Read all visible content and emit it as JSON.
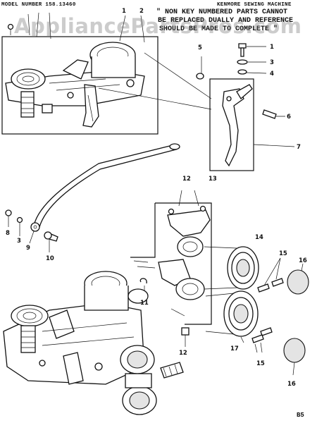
{
  "header": {
    "model": "MODEL NUMBER 158.13460",
    "machine": "KENMORE SEWING MACHINE"
  },
  "notice": {
    "line1": "\" NON KEY NUMBERED PARTS CANNOT",
    "line2": "BE REPLACED DUALLY AND REFERENCE",
    "line3": "SHOULD BE MADE TO COMPLETE \""
  },
  "watermark": "AppliancePartsPros.com",
  "page_number": "B5",
  "callouts": [
    "1",
    "2",
    "3",
    "4",
    "5",
    "6",
    "7",
    "8",
    "9",
    "10",
    "11",
    "12",
    "13",
    "14",
    "15",
    "16",
    "17"
  ]
}
